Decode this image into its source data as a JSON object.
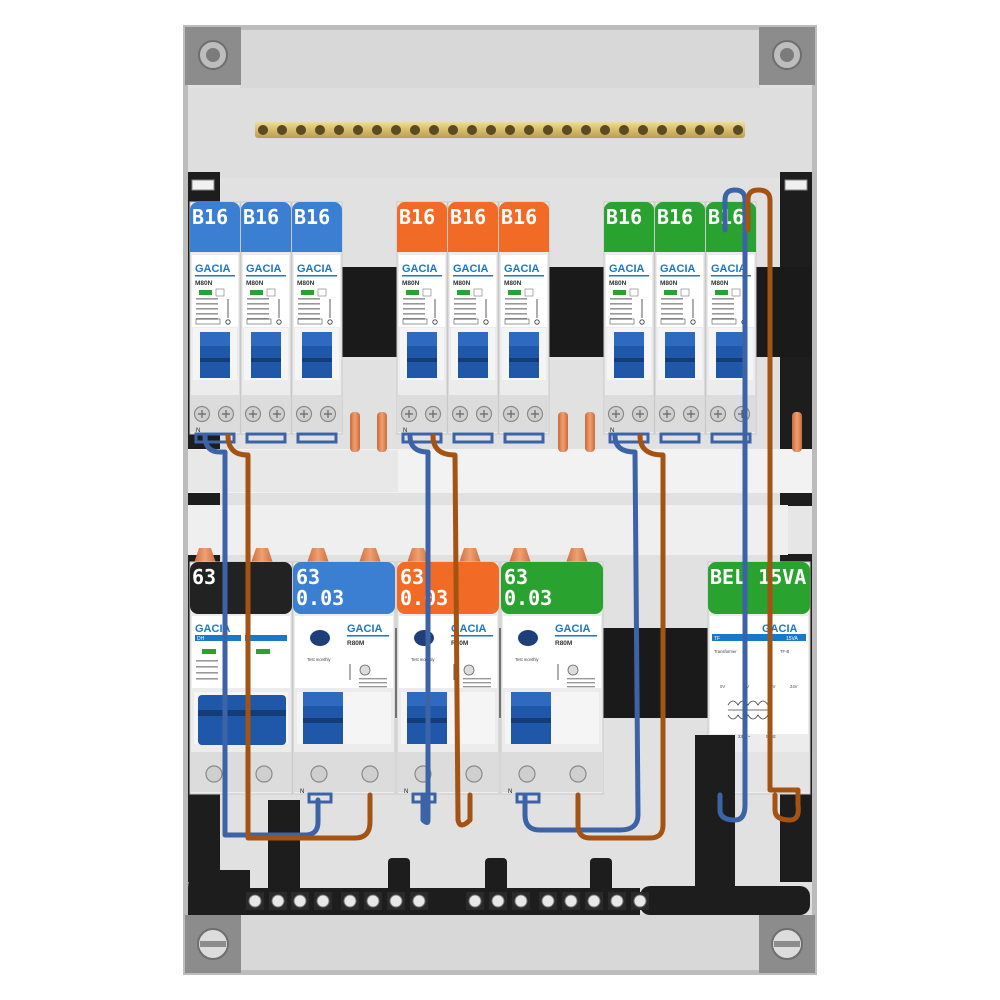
{
  "colors": {
    "blue": "#3a7fd1",
    "orange": "#f26b26",
    "green": "#2aa22f",
    "black": "#222222",
    "wire_blue": "#3c63a6",
    "wire_brown": "#a45312",
    "handle": "#1f58a8"
  },
  "brand": "GACIA",
  "top_row": {
    "model": "M80N",
    "groups": [
      {
        "color": "blue",
        "breakers": [
          {
            "label": "B16"
          },
          {
            "label": "B16"
          },
          {
            "label": "B16"
          }
        ]
      },
      {
        "color": "orange",
        "breakers": [
          {
            "label": "B16"
          },
          {
            "label": "B16"
          },
          {
            "label": "B16"
          }
        ]
      },
      {
        "color": "green",
        "breakers": [
          {
            "label": "B16"
          },
          {
            "label": "B16"
          },
          {
            "label": "B16"
          }
        ]
      }
    ]
  },
  "bottom_row": {
    "main_switch": {
      "label": "63",
      "model": "DH",
      "color": "black"
    },
    "rcds": [
      {
        "label": "63",
        "sub": "0.03",
        "color": "blue",
        "model": "R80M",
        "test": "Test monthly"
      },
      {
        "label": "63",
        "sub": "0.03",
        "color": "orange",
        "model": "R80M",
        "test": "Test monthly"
      },
      {
        "label": "63",
        "sub": "0.03",
        "color": "green",
        "model": "R80M",
        "test": "Test monthly"
      }
    ],
    "transformer": {
      "label": "BEL 15VA",
      "model": "TF",
      "rating": "15VA",
      "title": "Transformer",
      "code": "TF-B",
      "taps": [
        "0V",
        "8V",
        "12V",
        "24V"
      ],
      "input": "230V~",
      "freq": "50Hz"
    }
  },
  "terminal_mark": "N"
}
